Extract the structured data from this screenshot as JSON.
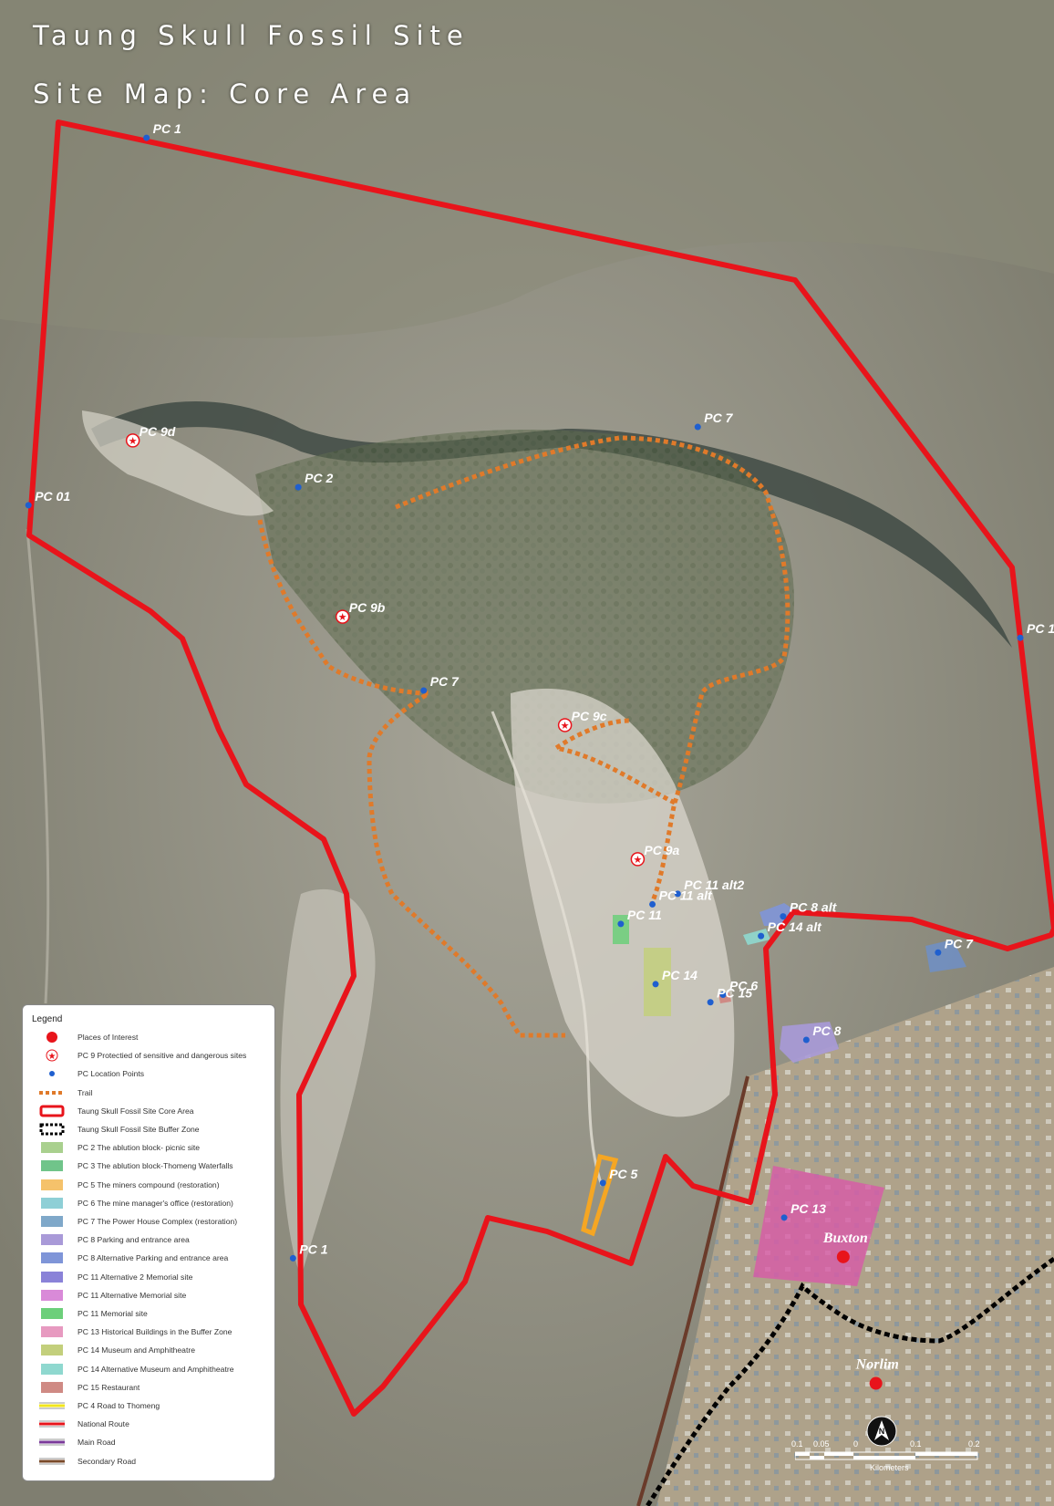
{
  "map": {
    "title": "Taung Skull Fossil Site",
    "subtitle": "Site Map: Core Area"
  },
  "points": [
    {
      "label": "PC 1",
      "kind": "pc",
      "lon": 0.139,
      "lat": 0.0915
    },
    {
      "label": "PC 9d",
      "kind": "star",
      "lon": 0.126,
      "lat": 0.2925
    },
    {
      "label": "PC 01",
      "kind": "pc",
      "lon": 0.027,
      "lat": 0.3355
    },
    {
      "label": "PC 2",
      "kind": "pc",
      "lon": 0.283,
      "lat": 0.3235
    },
    {
      "label": "PC 9b",
      "kind": "star",
      "lon": 0.325,
      "lat": 0.4095
    },
    {
      "label": "PC 7",
      "kind": "pc",
      "lon": 0.662,
      "lat": 0.2835
    },
    {
      "label": "PC 7",
      "kind": "pc",
      "lon": 0.402,
      "lat": 0.4585
    },
    {
      "label": "PC 1",
      "kind": "pc",
      "lon": 0.968,
      "lat": 0.4235
    },
    {
      "label": "PC 9c",
      "kind": "star",
      "lon": 0.536,
      "lat": 0.4815
    },
    {
      "label": "PC 9a",
      "kind": "star",
      "lon": 0.605,
      "lat": 0.5705
    },
    {
      "label": "PC 11 alt2",
      "kind": "pc",
      "lon": 0.643,
      "lat": 0.5935
    },
    {
      "label": "PC 11 alt",
      "kind": "pc",
      "lon": 0.619,
      "lat": 0.6005
    },
    {
      "label": "PC 11",
      "kind": "pc",
      "lon": 0.589,
      "lat": 0.6135
    },
    {
      "label": "PC 8 alt",
      "kind": "pc",
      "lon": 0.743,
      "lat": 0.6085
    },
    {
      "label": "PC 14 alt",
      "kind": "pc",
      "lon": 0.722,
      "lat": 0.6215
    },
    {
      "label": "PC 7",
      "kind": "pc",
      "lon": 0.89,
      "lat": 0.6325
    },
    {
      "label": "PC 14",
      "kind": "pc",
      "lon": 0.622,
      "lat": 0.6535
    },
    {
      "label": "PC 6",
      "kind": "pc",
      "lon": 0.686,
      "lat": 0.6605
    },
    {
      "label": "PC 15",
      "kind": "pc",
      "lon": 0.674,
      "lat": 0.6655
    },
    {
      "label": "PC 8",
      "kind": "pc",
      "lon": 0.765,
      "lat": 0.6905
    },
    {
      "label": "PC 5",
      "kind": "pc",
      "lon": 0.572,
      "lat": 0.7855
    },
    {
      "label": "PC 13",
      "kind": "pc",
      "lon": 0.744,
      "lat": 0.8085
    },
    {
      "label": "PC 1",
      "kind": "pc",
      "lon": 0.278,
      "lat": 0.8355
    },
    {
      "label": "Buxton",
      "kind": "place",
      "lon": 0.781,
      "lat": 0.8285
    },
    {
      "label": "Norlim",
      "kind": "place",
      "lon": 0.812,
      "lat": 0.9125
    }
  ],
  "legend": {
    "title": "Legend",
    "items": [
      {
        "sym": "place",
        "label": "Places of Interest",
        "color": "#e8141b"
      },
      {
        "sym": "star",
        "label": "PC 9 Protectied of sensitive and dangerous sites",
        "color": "#e8141b"
      },
      {
        "sym": "dot",
        "label": "PC Location Points",
        "color": "#1f5fcf"
      },
      {
        "sym": "trail",
        "label": "Trail",
        "color": "#e07a2a"
      },
      {
        "sym": "core",
        "label": "Taung Skull Fossil Site Core Area",
        "color": "#e8141b"
      },
      {
        "sym": "buffer",
        "label": "Taung Skull Fossil Site Buffer Zone",
        "color": "#000000"
      },
      {
        "sym": "box",
        "label": "PC 2 The ablution block- picnic site",
        "color": "#a9d08e"
      },
      {
        "sym": "box",
        "label": "PC 3 The ablution block-Thomeng Waterfalls",
        "color": "#70c48a"
      },
      {
        "sym": "box",
        "label": "PC 5 The miners compound (restoration)",
        "color": "#f5c26b"
      },
      {
        "sym": "box",
        "label": "PC 6 The mine manager's office (restoration)",
        "color": "#8ecfd6"
      },
      {
        "sym": "box",
        "label": "PC 7 The Power House Complex (restoration)",
        "color": "#7fa8c9"
      },
      {
        "sym": "box",
        "label": "PC 8 Parking and entrance area",
        "color": "#a99ad8"
      },
      {
        "sym": "box",
        "label": "PC 8 Alternative Parking and entrance area",
        "color": "#7f95d8"
      },
      {
        "sym": "box",
        "label": "PC 11 Alternative 2 Memorial site",
        "color": "#8a82d8"
      },
      {
        "sym": "box",
        "label": "PC 11 Alternative Memorial site",
        "color": "#d98ad8"
      },
      {
        "sym": "box",
        "label": "PC 11 Memorial site",
        "color": "#6ccf7a"
      },
      {
        "sym": "box",
        "label": "PC 13 Historical Buildings in the Buffer Zone",
        "color": "#e79ac0"
      },
      {
        "sym": "box",
        "label": "PC 14 Museum and Amphitheatre",
        "color": "#c3cf7c"
      },
      {
        "sym": "box",
        "label": "PC 14 Alternative Museum and Amphitheatre",
        "color": "#8fd8cf"
      },
      {
        "sym": "box",
        "label": "PC 15 Restaurant",
        "color": "#cf8a84"
      },
      {
        "sym": "line",
        "label": "PC 4 Road to Thomeng",
        "color": "#f2e51b"
      },
      {
        "sym": "line",
        "label": "National Route",
        "color": "#e8141b"
      },
      {
        "sym": "line",
        "label": "Main Road",
        "color": "#7a3a9a"
      },
      {
        "sym": "line",
        "label": "Secondary Road",
        "color": "#7a4a2a"
      }
    ]
  },
  "scale": {
    "ticks": [
      "0.1",
      "0.05",
      "0",
      "0.1",
      "0.2"
    ],
    "unit": "Kilometers"
  },
  "north_symbol": "north-arrow-icon",
  "colors": {
    "core_boundary": "#e8141b",
    "trail": "#e07a2a",
    "pc_point": "#1f5fcf",
    "buffer": "#000000"
  }
}
